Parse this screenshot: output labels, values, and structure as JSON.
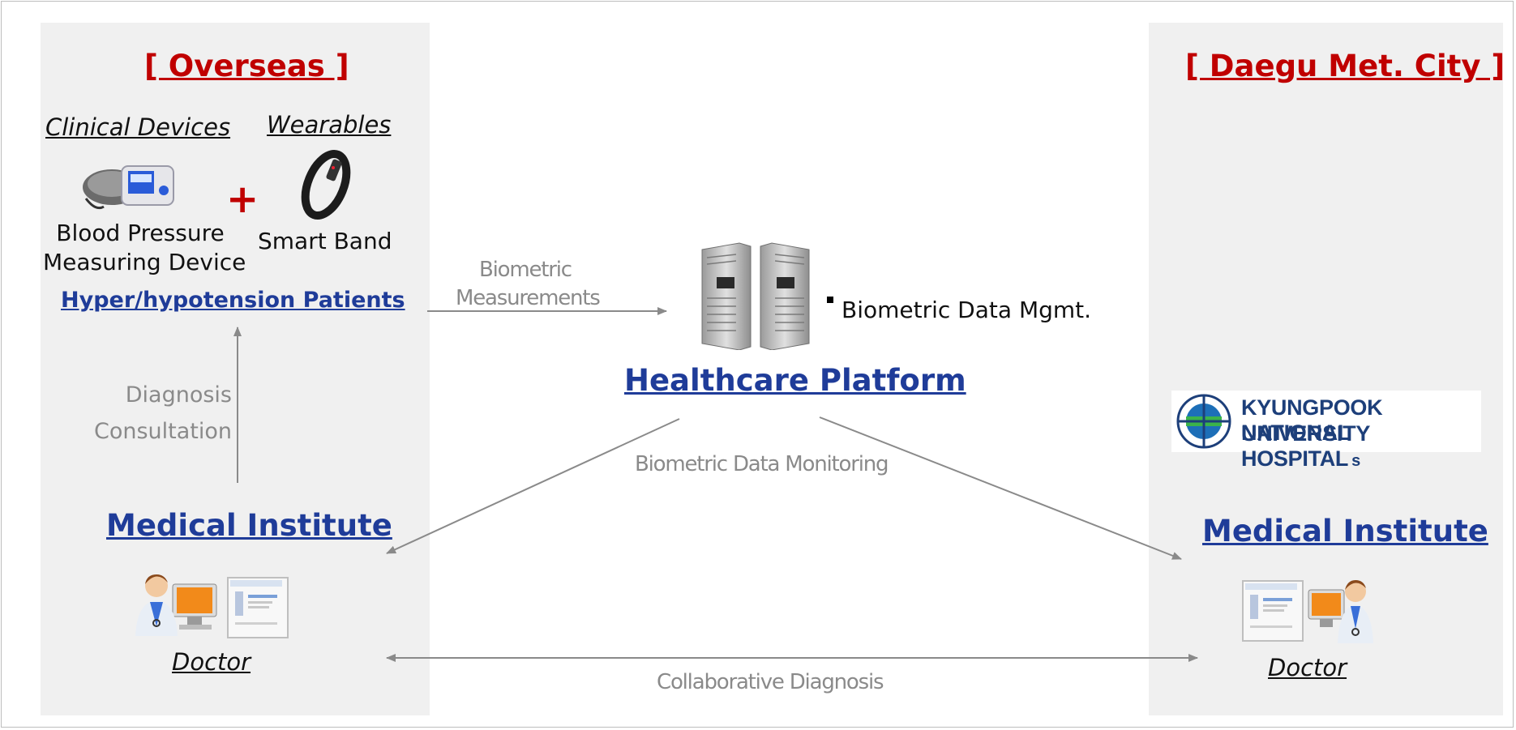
{
  "left_region": {
    "title": "[ Overseas ]",
    "clinical_devices_label": "Clinical Devices",
    "wearables_label": "Wearables",
    "plus_sign": "+",
    "bp_device_line1": "Blood Pressure",
    "bp_device_line2": "Measuring Device",
    "smart_band_label": "Smart Band",
    "patients_label": "Hyper/hypotension Patients",
    "diagnosis_line1": "Diagnosis",
    "diagnosis_line2": "Consultation",
    "institute_label": "Medical Institute",
    "doctor_label": "Doctor"
  },
  "center": {
    "biometric_line1": "Biometric",
    "biometric_line2": "Measurements",
    "data_mgmt_label": "Biometric Data Mgmt.",
    "platform_label": "Healthcare Platform",
    "monitoring_label": "Biometric Data Monitoring",
    "collab_label": "Collaborative Diagnosis"
  },
  "right_region": {
    "title": "[ Daegu Met. City ]",
    "logo_line1": "KYUNGPOOK NATIONAL",
    "logo_line2": "UNIVERSITY HOSPITAL",
    "logo_suffix": "s",
    "institute_label": "Medical Institute",
    "doctor_label": "Doctor"
  },
  "icons": {
    "bp_device": "blood-pressure-monitor-icon",
    "smart_band": "smart-band-icon",
    "server": "server-rack-icon",
    "doctor": "doctor-at-computer-icon",
    "screen": "web-screen-icon",
    "logo": "knu-hospital-logo"
  },
  "colors": {
    "region_title": "#c00000",
    "link_blue": "#1f3c99",
    "arrow_grey": "#8a8a8a",
    "panel_bg": "#f0f0f0"
  }
}
